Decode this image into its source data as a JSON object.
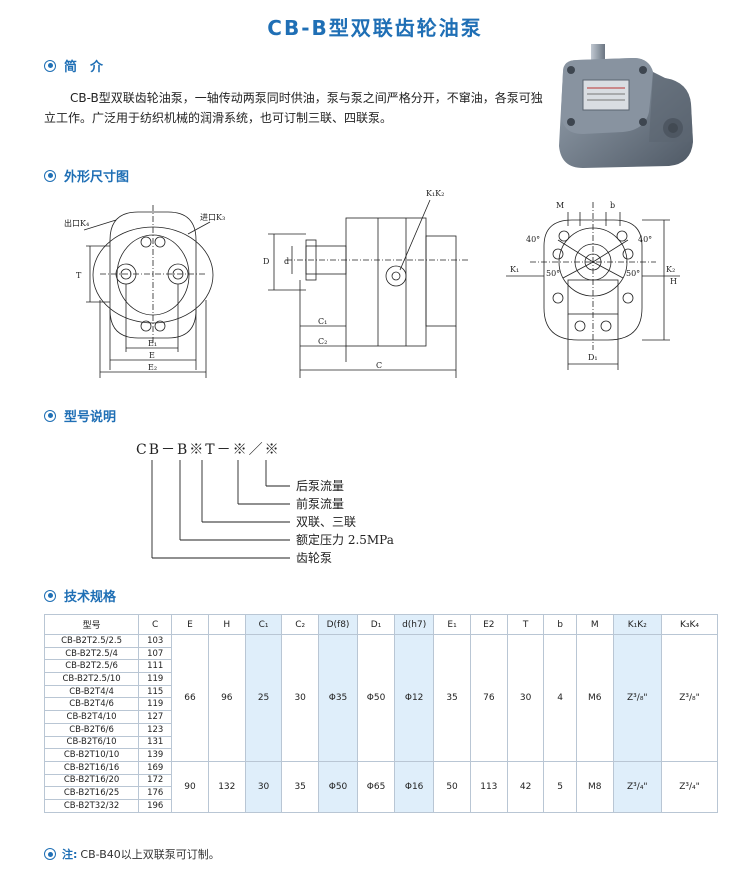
{
  "title": "CB-B型双联齿轮油泵",
  "sections": {
    "intro_heading": "简　介",
    "dimension_heading": "外形尺寸图",
    "model_heading": "型号说明",
    "spec_heading": "技术规格"
  },
  "intro_text": "CB-B型双联齿轮油泵，一轴传动两泵同时供油，泵与泵之间严格分开，不窜油，各泵可独立工作。广泛用于纺织机械的润滑系统，也可订制三联、四联泵。",
  "drawing_labels": {
    "outlet": "出口K₄",
    "inlet": "进口K₃",
    "T": "T",
    "E1": "E₁",
    "E": "E",
    "E2": "E₂",
    "K1K2": "K₁K₂",
    "D": "D",
    "d": "d",
    "C1": "C₁",
    "C2": "C₂",
    "C": "C",
    "M": "M",
    "b": "b",
    "a40": "40°",
    "a40r": "40°",
    "a50": "50°",
    "a50r": "50°",
    "K1": "K₁",
    "K2": "K₂",
    "H": "H",
    "D1": "D₁"
  },
  "model_code": {
    "code": "CB－B※T－※／※",
    "items": [
      "后泵流量",
      "前泵流量",
      "双联、三联",
      "额定压力 2.5MPa",
      "齿轮泵"
    ]
  },
  "spec_table": {
    "headers": [
      "型号",
      "C",
      "E",
      "H",
      "C₁",
      "C₂",
      "D(f8)",
      "D₁",
      "d(h7)",
      "E₁",
      "E2",
      "T",
      "b",
      "M",
      "K₁K₂",
      "K₃K₄"
    ],
    "groups": [
      {
        "rows": [
          [
            "CB-B2T2.5/2.5",
            "103"
          ],
          [
            "CB-B2T2.5/4",
            "107"
          ],
          [
            "CB-B2T2.5/6",
            "111"
          ],
          [
            "CB-B2T2.5/10",
            "119"
          ],
          [
            "CB-B2T4/4",
            "115"
          ],
          [
            "CB-B2T4/6",
            "119"
          ],
          [
            "CB-B2T4/10",
            "127"
          ],
          [
            "CB-B2T6/6",
            "123"
          ],
          [
            "CB-B2T6/10",
            "131"
          ],
          [
            "CB-B2T10/10",
            "139"
          ]
        ],
        "shared": [
          "66",
          "96",
          "25",
          "30",
          "Φ35",
          "Φ50",
          "Φ12",
          "35",
          "76",
          "30",
          "4",
          "M6",
          "Z³/₈\"",
          "Z³/₈\""
        ]
      },
      {
        "rows": [
          [
            "CB-B2T16/16",
            "169"
          ],
          [
            "CB-B2T16/20",
            "172"
          ],
          [
            "CB-B2T16/25",
            "176"
          ],
          [
            "CB-B2T32/32",
            "196"
          ]
        ],
        "shared": [
          "90",
          "132",
          "30",
          "35",
          "Φ50",
          "Φ65",
          "Φ16",
          "50",
          "113",
          "42",
          "5",
          "M8",
          "Z³/₄\"",
          "Z³/₄\""
        ]
      }
    ]
  },
  "note": {
    "label": "注:",
    "text": "CB-B40以上双联泵可订制。"
  },
  "colors": {
    "accent": "#1f6fb5",
    "highlight": "#dfeefa",
    "border": "#b9c6d4"
  }
}
